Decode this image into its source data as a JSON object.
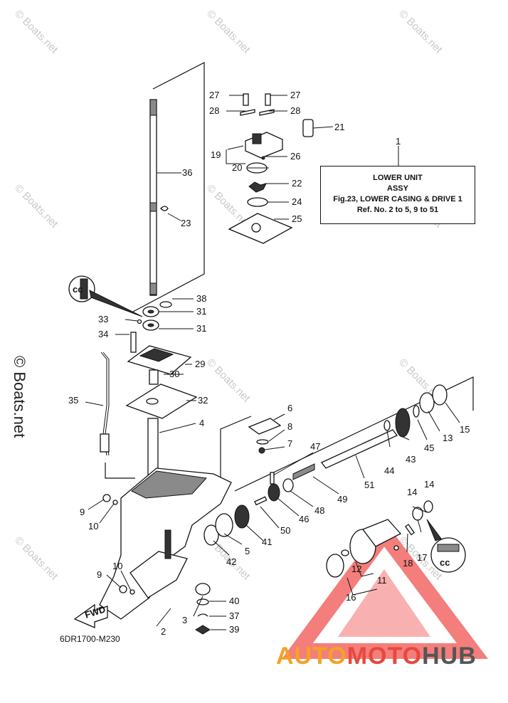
{
  "ref_box": {
    "line1": "LOWER  UNIT",
    "line2": "ASSY",
    "line3": "Fig.23, LOWER CASING & DRIVE 1",
    "line4": "Ref. No. 2 to 5, 9 to 51"
  },
  "diagram_code": "6DR1700-M230",
  "fwd_label": "FWD",
  "side_watermark": "© Boats.net",
  "watermark": "© Boats.net",
  "logo": {
    "auto": "AUTO",
    "moto": "MOTO",
    "hub": "HUB"
  },
  "colors": {
    "logo_orange": "#f4a224",
    "logo_red": "#e8483d",
    "logo_gray": "#555555",
    "triangle": "#ef5350"
  },
  "callouts": {
    "c1": "1",
    "c2": "2",
    "c3": "3",
    "c4": "4",
    "c5": "5",
    "c6": "6",
    "c7": "7",
    "c8": "8",
    "c9a": "9",
    "c9b": "9",
    "c10a": "10",
    "c10b": "10",
    "c11": "11",
    "c12": "12",
    "c13": "13",
    "c14a": "14",
    "c14b": "14",
    "c15": "15",
    "c16": "16",
    "c17": "17",
    "c18": "18",
    "c19": "19",
    "c20": "20",
    "c21": "21",
    "c22": "22",
    "c23": "23",
    "c24": "24",
    "c25": "25",
    "c26": "26",
    "c27a": "27",
    "c27b": "27",
    "c28a": "28",
    "c28b": "28",
    "c29": "29",
    "c30": "30",
    "c31a": "31",
    "c31b": "31",
    "c32": "32",
    "c33": "33",
    "c34": "34",
    "c35": "35",
    "c36": "36",
    "c37": "37",
    "c38": "38",
    "c39": "39",
    "c40": "40",
    "c41": "41",
    "c42": "42",
    "c43": "43",
    "c44": "44",
    "c45": "45",
    "c46": "46",
    "c47": "47",
    "c48": "48",
    "c49": "49",
    "c50": "50",
    "c51": "51"
  }
}
